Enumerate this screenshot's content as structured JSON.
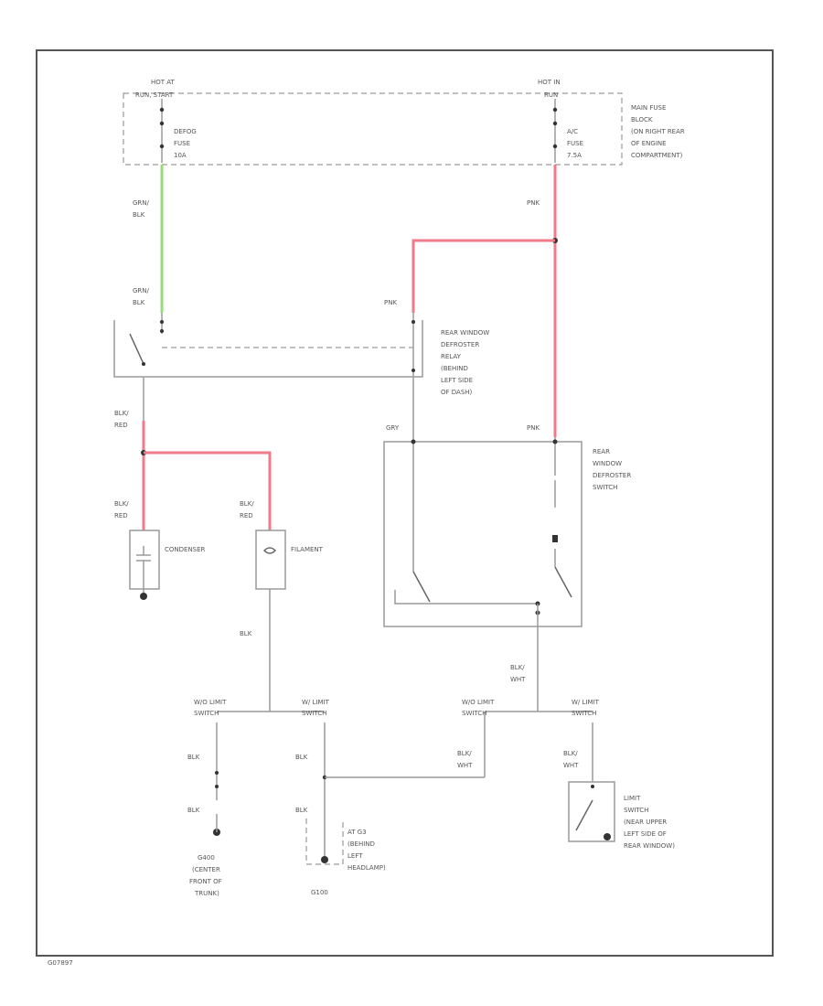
{
  "colors": {
    "pink_wire": "#f0798a",
    "green_wire": "#98dc7a",
    "wire": "#9a9a9a",
    "frame": "#555555"
  },
  "labels": {
    "hot_at_run": "HOT AT",
    "hot_at_run_2": "RUN, START",
    "hot_in": "HOT IN",
    "hot_in_2": "RUN",
    "defog_fuse": [
      "DEFOG",
      "FUSE",
      "10A"
    ],
    "ac_fuse": [
      "A/C",
      "FUSE",
      "7.5A"
    ],
    "main_fuse_block": [
      "MAIN FUSE",
      "BLOCK",
      "(ON RIGHT REAR",
      "OF ENGINE",
      "COMPARTMENT)"
    ],
    "wire_grn_blk_top": [
      "GRN/",
      "BLK"
    ],
    "wire_grn_blk_mid": [
      "GRN/",
      "BLK"
    ],
    "wire_pnk_top": "PNK",
    "wire_pnk_relay": "PNK",
    "relay": [
      "REAR WINDOW",
      "DEFROSTER",
      "RELAY",
      "(BEHIND",
      "LEFT SIDE",
      "OF DASH)"
    ],
    "wire_blk_red_1": [
      "BLK/",
      "RED"
    ],
    "wire_blk_red_2": [
      "BLK/",
      "RED"
    ],
    "wire_blk_red_3": [
      "BLK/",
      "RED"
    ],
    "wire_gry": "GRY",
    "wire_pnk_switch": "PNK",
    "switch": [
      "REAR",
      "WINDOW",
      "DEFROSTER",
      "SWITCH"
    ],
    "condenser": "CONDENSER",
    "filament": "FILAMENT",
    "wire_blk_filament": "BLK",
    "wire_blk_wht_switch": [
      "BLK/",
      "WHT"
    ],
    "limit_cap_1": [
      "W/O LIMIT",
      "SWITCH"
    ],
    "limit_cap_2": [
      "W/ LIMIT",
      "SWITCH"
    ],
    "limit_cap_3": [
      "W/O LIMIT",
      "SWITCH"
    ],
    "limit_cap_4": [
      "W/ LIMIT",
      "SWITCH"
    ],
    "wire_blk_a": "BLK",
    "wire_blk_b": "BLK",
    "wire_blk_c": "BLK",
    "wire_blk_d": "BLK",
    "wire_blk_wht_a": [
      "BLK/",
      "WHT"
    ],
    "wire_blk_wht_b": [
      "BLK/",
      "WHT"
    ],
    "ground_trunk": [
      "G400",
      "(CENTER",
      "FRONT OF",
      "TRUNK)"
    ],
    "ground_headlamp": [
      "AT G3",
      "(BEHIND",
      "LEFT",
      "HEADLAMP)"
    ],
    "ground_g100": "G100",
    "limit_switch": [
      "LIMIT",
      "SWITCH",
      "(NEAR UPPER",
      "LEFT SIDE OF",
      "REAR WINDOW)"
    ],
    "figure_id": "G07897"
  }
}
